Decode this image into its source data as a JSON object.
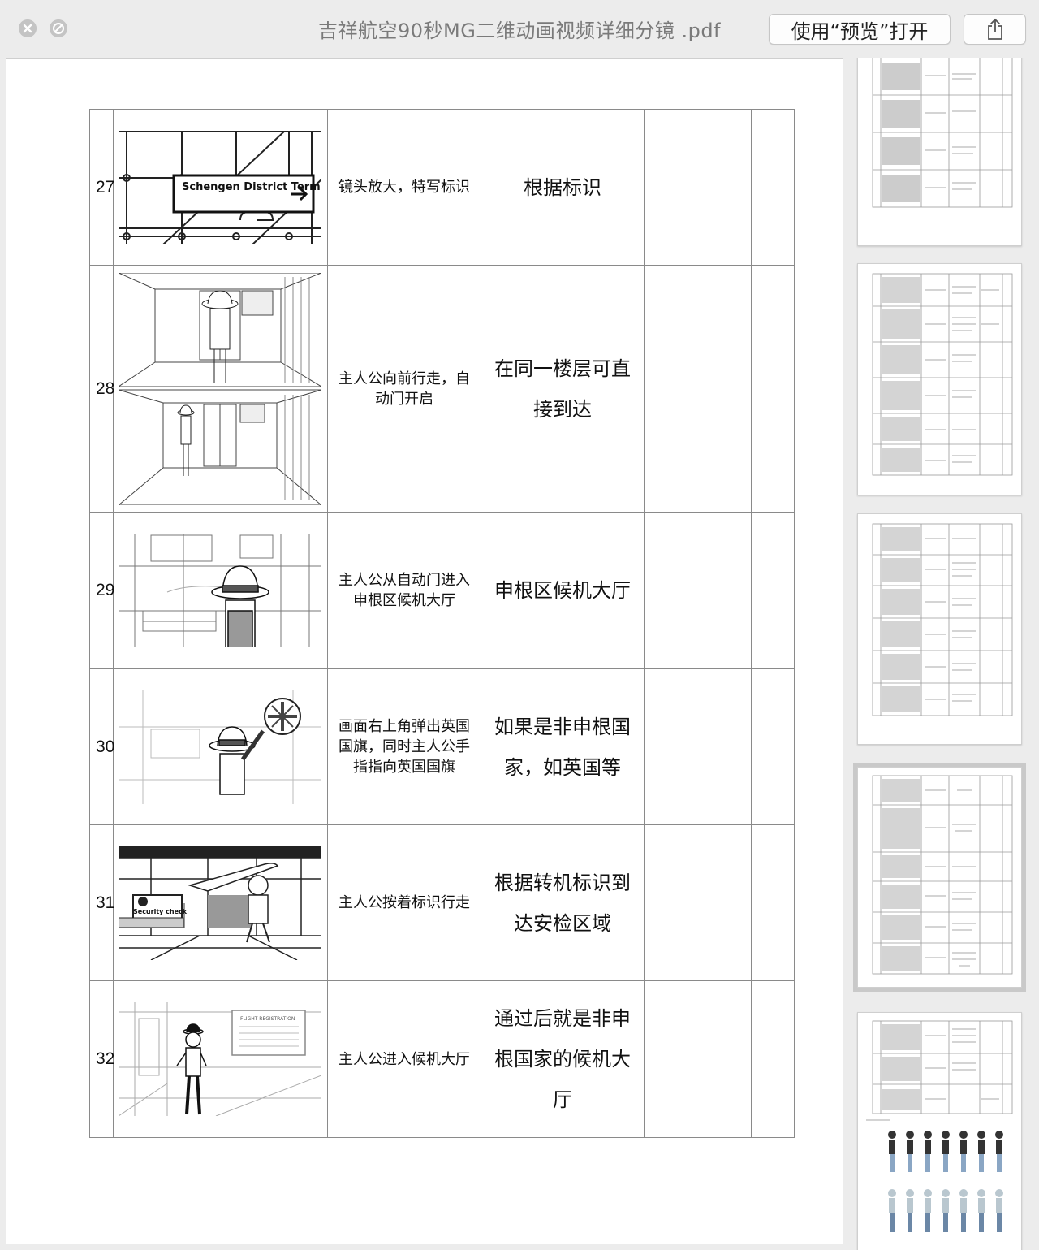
{
  "window": {
    "title": "吉祥航空90秒MG二维动画视频详细分镜 .pdf",
    "open_button": "使用“预览”打开"
  },
  "icons": {
    "close": "close-icon",
    "minimize": "minimize-icon",
    "share": "share-icon"
  },
  "storyboard": {
    "rows": [
      {
        "num": "27",
        "description": "镜头放大，特写标识",
        "voiceover": "根据标识",
        "scene": "sign-closeup",
        "sign_text": "Schengen District Terminal"
      },
      {
        "num": "28",
        "description": "主人公向前行走，自动门开启",
        "voiceover": "在同一楼层可直接到达",
        "scene": "door-corridor"
      },
      {
        "num": "29",
        "description": "主人公从自动门进入申根区候机大厅",
        "voiceover": "申根区候机大厅",
        "scene": "waiting-hall"
      },
      {
        "num": "30",
        "description": "画面右上角弹出英国国旗，同时主人公手指指向英国国旗",
        "voiceover": "如果是非申根国家，如英国等",
        "scene": "uk-flag"
      },
      {
        "num": "31",
        "description": "主人公按着标识行走",
        "voiceover": "根据转机标识到达安检区域",
        "scene": "security-check",
        "sign_text": "Security check"
      },
      {
        "num": "32",
        "description": "主人公进入候机大厅",
        "voiceover": "通过后就是非申根国家的候机大厅",
        "scene": "registration",
        "board_text": "FLIGHT REGISTRATION"
      }
    ]
  },
  "sidebar": {
    "thumbnails": [
      {
        "page": 1,
        "selected": false
      },
      {
        "page": 2,
        "selected": false
      },
      {
        "page": 3,
        "selected": false
      },
      {
        "page": 4,
        "selected": true
      },
      {
        "page": 5,
        "selected": false
      }
    ]
  }
}
